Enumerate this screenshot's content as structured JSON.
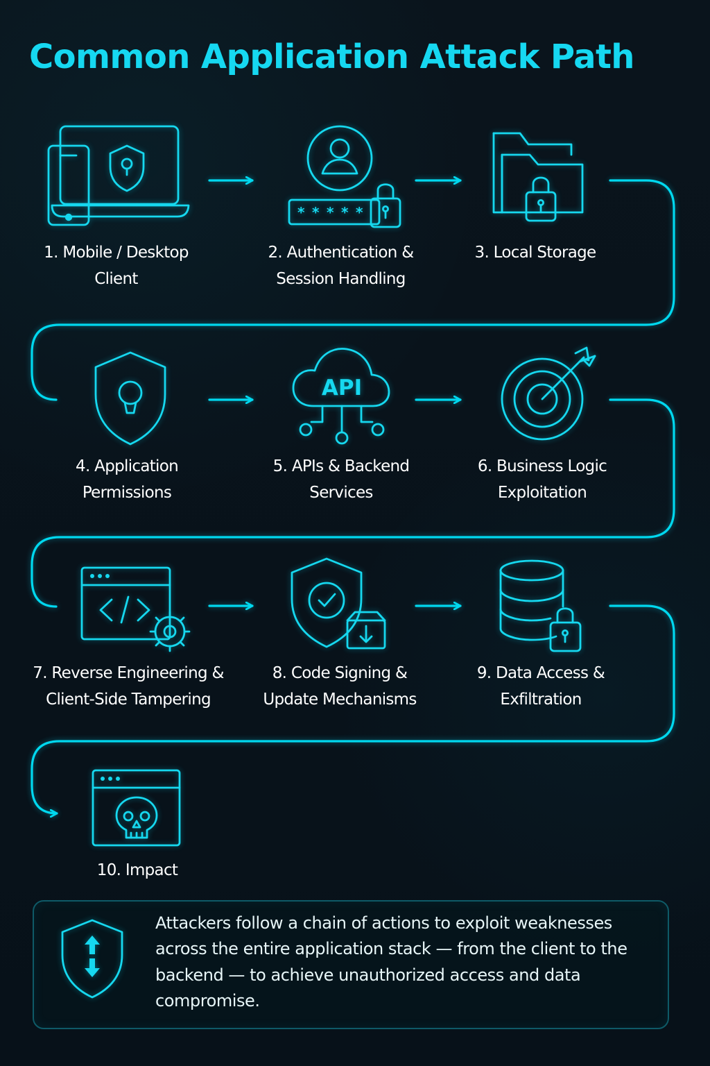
{
  "header": {
    "title": "Common Application Attack Path"
  },
  "theme": {
    "background": "#08131b",
    "accent": "#16d8ef",
    "text": "#ffffff",
    "box_border": "#0e5a67"
  },
  "steps": [
    {
      "label": "1. Mobile / Desktop\nClient",
      "icon": "devices-shield-icon"
    },
    {
      "label": "2. Authentication &\nSession Handling",
      "icon": "user-password-lock-icon"
    },
    {
      "label": "3. Local Storage",
      "icon": "folder-lock-icon"
    },
    {
      "label": "4. Application\nPermissions",
      "icon": "shield-keyhole-icon"
    },
    {
      "label": "5. APIs & Backend\nServices",
      "icon": "api-cloud-icon",
      "icon_text": "API"
    },
    {
      "label": "6. Business Logic\nExploitation",
      "icon": "target-arrow-icon"
    },
    {
      "label": "7. Reverse Engineering &\nClient-Side Tampering",
      "icon": "code-gear-icon"
    },
    {
      "label": "8. Code Signing &\nUpdate Mechanisms",
      "icon": "shield-check-download-icon"
    },
    {
      "label": "9. Data Access &\nExfiltration",
      "icon": "database-lock-icon"
    },
    {
      "label": "10. Impact",
      "icon": "browser-skull-icon"
    }
  ],
  "summary": {
    "icon": "shield-arrows-icon",
    "text": "Attackers follow a chain of actions to exploit weaknesses across the entire application stack — from the client to the backend — to achieve unauthorized access and data compromise."
  }
}
